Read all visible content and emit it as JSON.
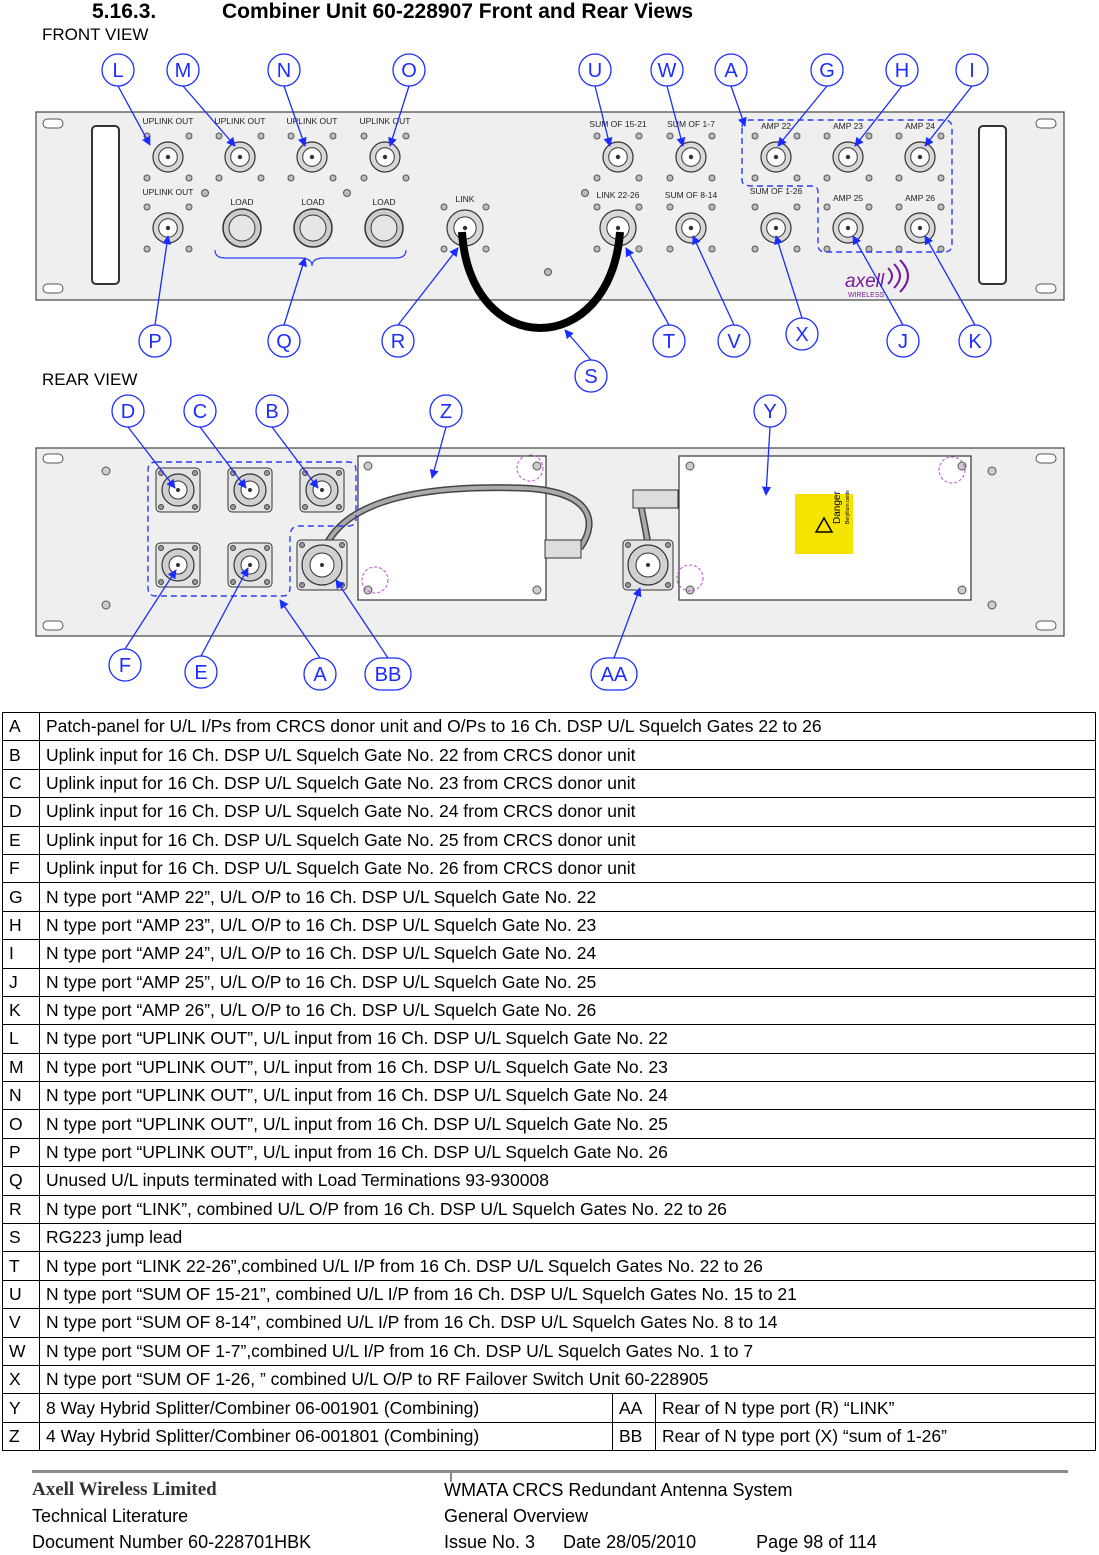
{
  "heading": {
    "number": "5.16.3.",
    "title": "Combiner Unit 60-228907 Front and Rear Views"
  },
  "front_view_label": "FRONT VIEW",
  "rear_view_label": "REAR VIEW",
  "front_panel": {
    "port_labels": {
      "uplink_out": "UPLINK OUT",
      "load": "LOAD",
      "link": "LINK",
      "link_22_26": "LINK 22-26",
      "sum_15_21": "SUM OF 15-21",
      "sum_1_7": "SUM OF 1-7",
      "sum_8_14": "SUM OF 8-14",
      "sum_1_26": "SUM OF 1-26",
      "amp22": "AMP 22",
      "amp23": "AMP 23",
      "amp24": "AMP 24",
      "amp25": "AMP 25",
      "amp26": "AMP 26"
    },
    "brand": "axell",
    "brand_sub": "WIRELESS"
  },
  "rear_panel": {
    "danger_text": "Danger",
    "danger_sub": "Beryllium oxide"
  },
  "callouts": {
    "front_top": [
      "L",
      "M",
      "N",
      "O",
      "U",
      "W",
      "A",
      "G",
      "H",
      "I"
    ],
    "front_bottom": [
      "P",
      "Q",
      "R",
      "T",
      "V",
      "X",
      "J",
      "K",
      "S"
    ],
    "rear_top": [
      "D",
      "C",
      "B",
      "Z",
      "Y"
    ],
    "rear_bottom": [
      "F",
      "E",
      "A",
      "BB",
      "AA"
    ]
  },
  "legend": [
    [
      "A",
      "Patch-panel for U/L I/Ps from CRCS donor unit and O/Ps to 16 Ch. DSP U/L Squelch Gates 22 to 26"
    ],
    [
      "B",
      "Uplink input for 16 Ch. DSP U/L Squelch Gate No. 22 from CRCS donor unit"
    ],
    [
      "C",
      "Uplink input for 16 Ch. DSP U/L Squelch Gate No. 23 from CRCS donor unit"
    ],
    [
      "D",
      "Uplink input for 16 Ch. DSP U/L Squelch Gate No. 24 from CRCS donor unit"
    ],
    [
      "E",
      "Uplink input for 16 Ch. DSP U/L Squelch Gate No. 25 from CRCS donor unit"
    ],
    [
      "F",
      "Uplink input for 16 Ch. DSP U/L Squelch Gate No. 26 from CRCS donor unit"
    ],
    [
      "G",
      "N type port “AMP 22”, U/L O/P to 16 Ch. DSP U/L Squelch Gate No. 22"
    ],
    [
      "H",
      "N type port “AMP 23”, U/L O/P to 16 Ch. DSP U/L Squelch Gate No. 23"
    ],
    [
      "I",
      "N type port “AMP 24”, U/L O/P to 16 Ch. DSP U/L Squelch Gate No. 24"
    ],
    [
      "J",
      "N type port “AMP 25”, U/L O/P to 16 Ch. DSP U/L Squelch Gate No. 25"
    ],
    [
      "K",
      "N type port “AMP 26”, U/L O/P to 16 Ch. DSP U/L Squelch Gate No. 26"
    ],
    [
      "L",
      "N type port “UPLINK OUT”, U/L input from 16 Ch. DSP U/L Squelch Gate No. 22"
    ],
    [
      "M",
      "N type port “UPLINK OUT”, U/L input from 16 Ch. DSP U/L Squelch Gate No. 23"
    ],
    [
      "N",
      "N type port “UPLINK OUT”, U/L input from 16 Ch. DSP U/L Squelch Gate No. 24"
    ],
    [
      "O",
      "N type port “UPLINK OUT”, U/L input from 16 Ch. DSP U/L Squelch Gate No. 25"
    ],
    [
      "P",
      "N type port “UPLINK OUT”, U/L input from 16 Ch. DSP U/L Squelch Gate No. 26"
    ],
    [
      "Q",
      "Unused U/L inputs terminated with Load Terminations 93-930008"
    ],
    [
      "R",
      "N type port “LINK”, combined U/L O/P from 16 Ch. DSP U/L Squelch Gates No. 22 to 26"
    ],
    [
      "S",
      "RG223 jump lead"
    ],
    [
      "T",
      "N type port “LINK 22-26”,combined U/L I/P from 16 Ch. DSP U/L Squelch Gates No. 22 to 26"
    ],
    [
      "U",
      "N type port “SUM OF 15-21”, combined U/L I/P from 16 Ch. DSP U/L Squelch Gates No. 15 to 21"
    ],
    [
      "V",
      "N type port “SUM OF 8-14”, combined U/L I/P from 16 Ch. DSP U/L Squelch Gates No. 8 to 14"
    ],
    [
      "W",
      "N type port “SUM OF 1-7”,combined U/L I/P from 16 Ch. DSP U/L Squelch Gates No. 1 to 7"
    ],
    [
      "X",
      "N type port “SUM OF 1-26, ” combined U/L O/P to RF Failover Switch Unit 60-228905"
    ]
  ],
  "legend_split": [
    [
      "Y",
      "8 Way Hybrid Splitter/Combiner 06-001901 (Combining)",
      "AA",
      "Rear of N type port (R) “LINK”"
    ],
    [
      "Z",
      "4 Way Hybrid Splitter/Combiner 06-001801 (Combining)",
      "BB",
      "Rear of N type port (X) “sum of 1-26”"
    ]
  ],
  "footer": {
    "company": "Axell Wireless Limited",
    "literature": "Technical Literature",
    "doc_number": "Document Number 60-228701HBK",
    "system": "WMATA CRCS Redundant Antenna System",
    "overview": "General Overview",
    "issue": "Issue No. 3",
    "date": "Date 28/05/2010",
    "page": "Page 98 of 114"
  }
}
